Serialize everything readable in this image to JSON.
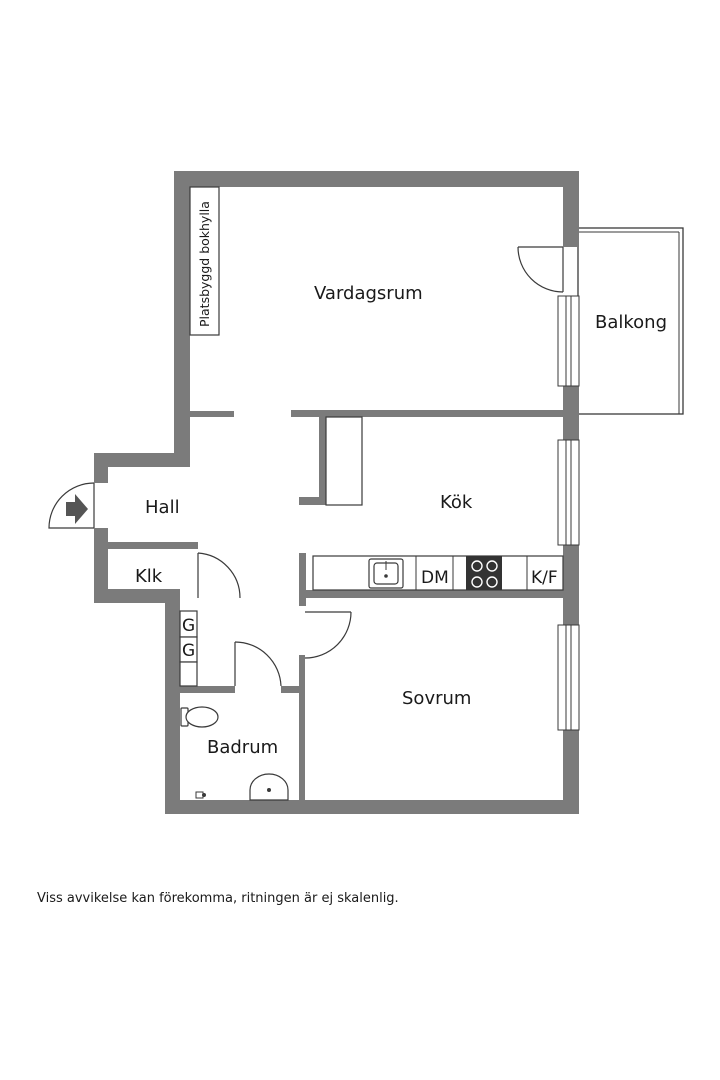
{
  "rooms": {
    "vardagsrum": "Vardagsrum",
    "balkong": "Balkong",
    "hall": "Hall",
    "kok": "Kök",
    "klk": "Klk",
    "sovrum": "Sovrum",
    "badrum": "Badrum"
  },
  "fixtures": {
    "bookshelf": "Platsbyggd bokhylla",
    "dishwasher": "DM",
    "fridge_freezer": "K/F",
    "cabinet_top": "G",
    "cabinet_bottom": "G"
  },
  "disclaimer": "Viss avvikelse kan förekomma, ritningen är ej skalenlig.",
  "colors": {
    "wall": "#7b7b7b",
    "line": "#3a3a3a",
    "stove": "#333333"
  }
}
